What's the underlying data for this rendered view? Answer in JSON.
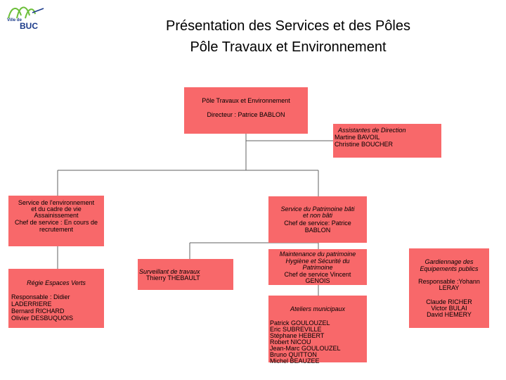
{
  "logo": {
    "small_text": "Ville de",
    "name": "BUC"
  },
  "title": {
    "line1": "Présentation des Services et des Pôles",
    "line2": "Pôle Travaux et Environnement"
  },
  "top_box": {
    "name": "Pôle Travaux et Environnement",
    "director": "Directeur : Patrice BABLON"
  },
  "assistants": {
    "title": "Assistantes de Direction",
    "names": [
      "Martine BAVOIL",
      "Christine BOUCHER"
    ]
  },
  "environment": {
    "lines": [
      "Service de l'environnement",
      "et du cadre de vie",
      "Assainissement"
    ],
    "chief_lines": [
      "Chef de service : En cours de",
      "recrutement"
    ]
  },
  "regie": {
    "title": "Régie Espaces Verts",
    "lines": [
      "Responsable : Didier",
      "LADERRIERE",
      "Bernard RICHARD",
      "Olivier DESBUQUOIS"
    ]
  },
  "surveillant": {
    "title": "Surveillant de travaux",
    "name": "Thierry THEBAULT"
  },
  "patrimoine": {
    "title_lines": [
      "Service du Patrimoine bâti",
      "et non bâti"
    ],
    "chief_lines": [
      "Chef de service: Patrice",
      "BABLON"
    ]
  },
  "maintenance": {
    "title_lines": [
      "Maintenance du patrimoine",
      "Hygiène et Sécurité du",
      "Patrimoine"
    ],
    "chief_lines": [
      "Chef de service Vincent",
      "GENOIS"
    ]
  },
  "ateliers": {
    "title": "Ateliers municipaux",
    "names": [
      "Patrick GOULOUZEL",
      "Eric SUBREVILLE",
      "Stéphane HEBERT",
      "Robert NICOU",
      "Jean-Marc GOULOUZEL",
      "Bruno QUITTON",
      "Michel BEAUZEE"
    ]
  },
  "gardiennage": {
    "title_lines": [
      "Gardiennage des",
      "Equipements publics"
    ],
    "resp_lines": [
      "Responsable :Yohann",
      "LERAY"
    ],
    "names": [
      "Claude RICHER",
      "Victor BULAI",
      "David HEMERY"
    ]
  },
  "colors": {
    "box": "#f8686a",
    "line": "#606060",
    "logo": "#1a3a8a",
    "logo_accent": "#6cbf3a"
  }
}
